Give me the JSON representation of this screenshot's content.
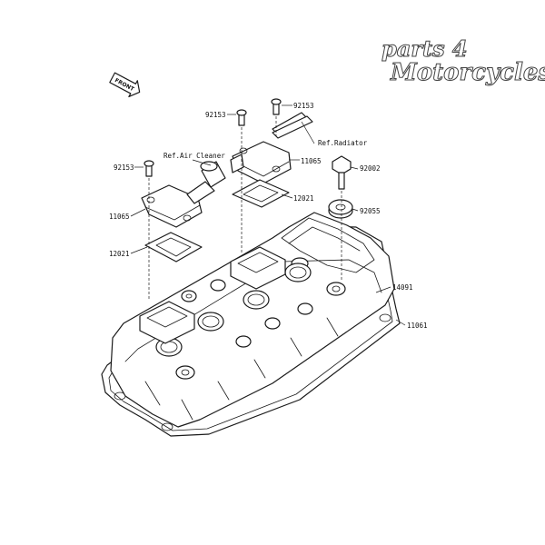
{
  "watermark": {
    "line1": "parts 4",
    "line2": "Motorcycles"
  },
  "orientation": {
    "label": "FRONT"
  },
  "refs": {
    "air_cleaner": "Ref.Air Cleaner",
    "radiator": "Ref.Radiator"
  },
  "parts": {
    "p92153_a": "92153",
    "p92153_b": "92153",
    "p92153_c": "92153",
    "p11065_a": "11065",
    "p11065_b": "11065",
    "p12021_a": "12021",
    "p12021_b": "12021",
    "p92002": "92002",
    "p92055": "92055",
    "p14091": "14091",
    "p11061": "11061"
  }
}
